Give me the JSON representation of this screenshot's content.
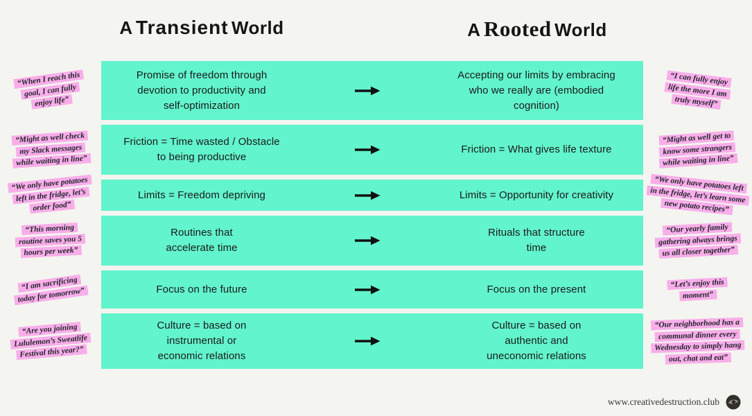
{
  "palette": {
    "background": "#f4f4f1",
    "row_teal": "#62f4cc",
    "quote_pink": "#f8aee9",
    "text_dark": "#1a1a1a",
    "arrow_black": "#111111"
  },
  "titles": {
    "left": {
      "prefix": "A",
      "word": "Transient",
      "suffix": "World"
    },
    "right": {
      "prefix": "A",
      "word": "Rooted",
      "suffix": "World"
    }
  },
  "rows": [
    {
      "left": "Promise of freedom through\ndevotion to productivity and\nself-optimization",
      "right": "Accepting our limits by embracing\nwho we really are (embodied\ncognition)"
    },
    {
      "left": "Friction = Time wasted / Obstacle\nto being productive",
      "right": "Friction = What gives life texture"
    },
    {
      "left": "Limits = Freedom depriving",
      "right": "Limits = Opportunity for creativity"
    },
    {
      "left": "Routines that\naccelerate time",
      "right": "Rituals that structure\ntime"
    },
    {
      "left": "Focus on the future",
      "right": "Focus on the present"
    },
    {
      "left": "Culture = based on\ninstrumental or\neconomic relations",
      "right": "Culture = based on\nauthentic and\nuneconomic relations"
    }
  ],
  "left_quotes": [
    {
      "text": "“When I reach this\ngoal, I can fully\nenjoy life”"
    },
    {
      "text": "“Might as well check\nmy Slack messages\nwhile waiting in line”"
    },
    {
      "text": "“We only have potatoes\nleft in the fridge, let’s\norder food”"
    },
    {
      "text": "“This morning\nroutine saves you 5\nhours per week”"
    },
    {
      "text": "“I am sacrificing\ntoday for tomorrow”"
    },
    {
      "text": "“Are you joining\nLululemon’s Sweatlife\nFestival this year?”"
    }
  ],
  "right_quotes": [
    {
      "text": "“I can fully enjoy\nlife the more I am\ntruly myself”"
    },
    {
      "text": "“Might as well get to\nknow some strangers\nwhile waiting in line”"
    },
    {
      "text": "“We only have potatoes left\nin the fridge, let’s learn some\nnew potato recipes”"
    },
    {
      "text": "“Our yearly family\ngathering always brings\nus all closer together”"
    },
    {
      "text": "“Let’s enjoy this\nmoment”"
    },
    {
      "text": "“Our neighborhood has a\ncommunal dinner every\nWednesday to simply hang\nout, chat and eat”"
    }
  ],
  "footer": {
    "url": "www.creativedestruction.club"
  }
}
